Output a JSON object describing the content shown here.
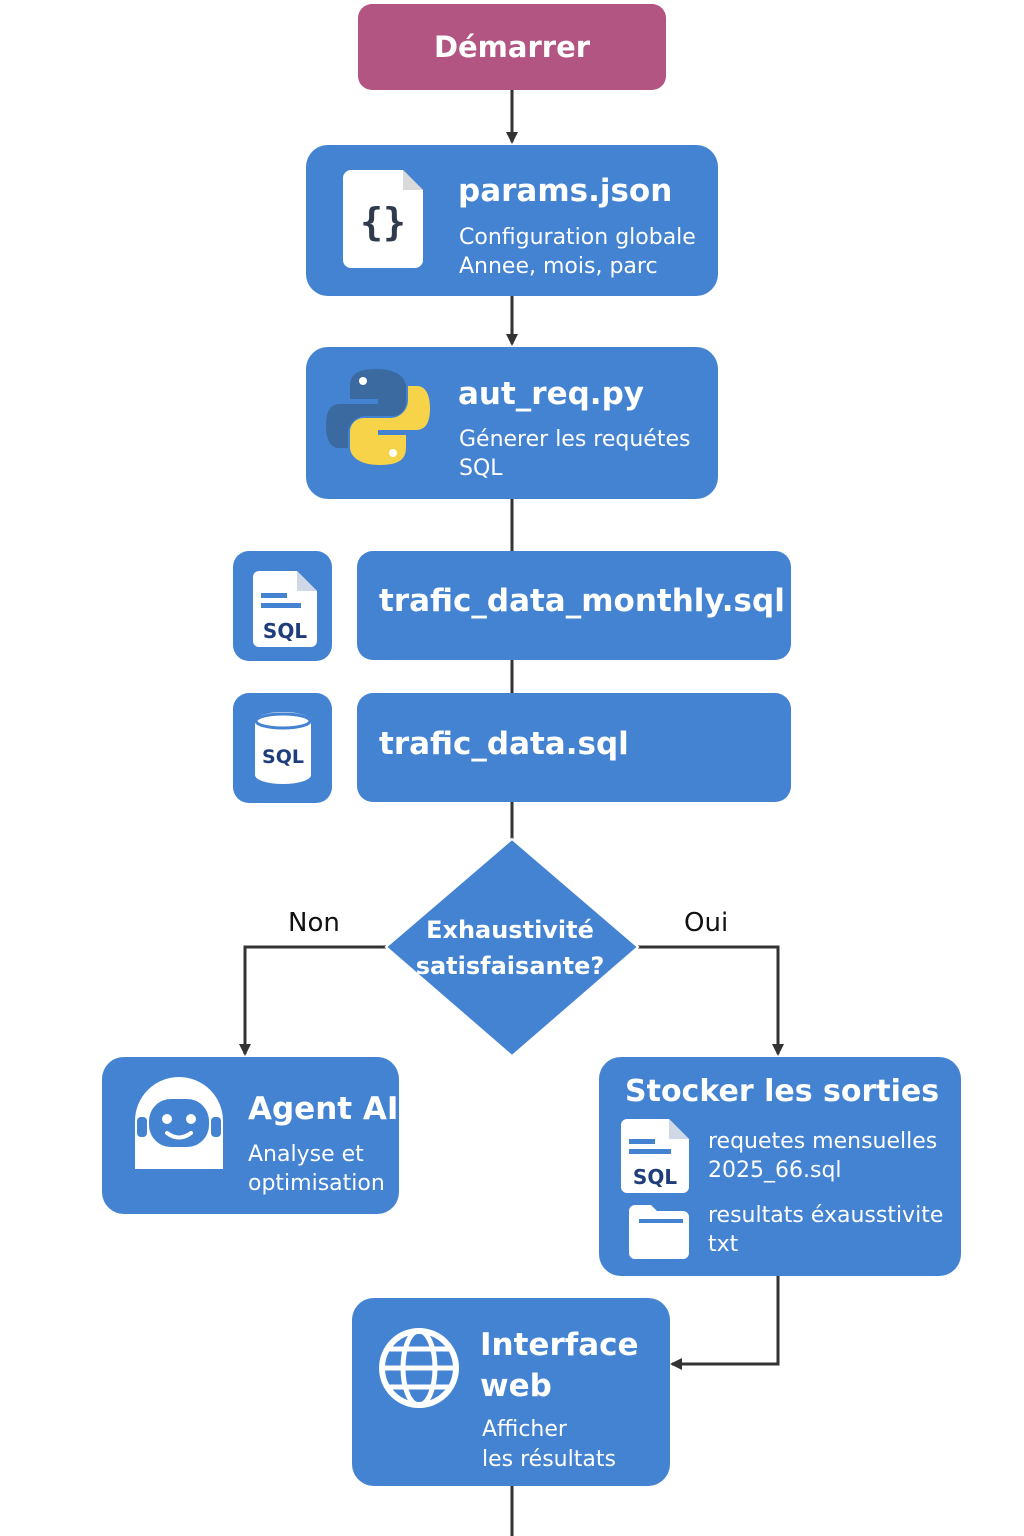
{
  "start": {
    "label": "Démarrer"
  },
  "params": {
    "title": "params.json",
    "line1": "Configuration globale",
    "line2": "Annee, mois, parc",
    "icon": "json-braces-icon"
  },
  "script": {
    "title": "aut_req.py",
    "line1": "Génerer les requétes",
    "line2": "SQL",
    "icon": "python-logo-icon"
  },
  "sql_monthly": {
    "title": "trafic_data_monthly.sql",
    "icon": "sql-file-icon",
    "icon_text": "SQL"
  },
  "sql_data": {
    "title": "trafic_data.sql",
    "icon": "sql-database-icon",
    "icon_text": "SQL"
  },
  "decision": {
    "line1": "Exhaustivité",
    "line2": "satisfaisante?",
    "no_label": "Non",
    "yes_label": "Oui"
  },
  "agent": {
    "title": "Agent AI",
    "line1": "Analyse et",
    "line2": "optimisation",
    "icon": "robot-icon"
  },
  "store": {
    "title": "Stocker les sorties",
    "item1_line1": "requetes mensuelles",
    "item1_line2": "2025_66.sql",
    "item1_icon": "sql-file-icon",
    "item1_icon_text": "SQL",
    "item2_line1": "resultats éxausstivite",
    "item2_line2": "txt",
    "item2_icon": "folder-icon"
  },
  "web": {
    "title_line1": "Interface",
    "title_line2": "web",
    "line1": "Afficher",
    "line2": "les résultats",
    "icon": "globe-icon"
  },
  "colors": {
    "box": "#4383d2",
    "start": "#b25582",
    "line": "#333333"
  }
}
